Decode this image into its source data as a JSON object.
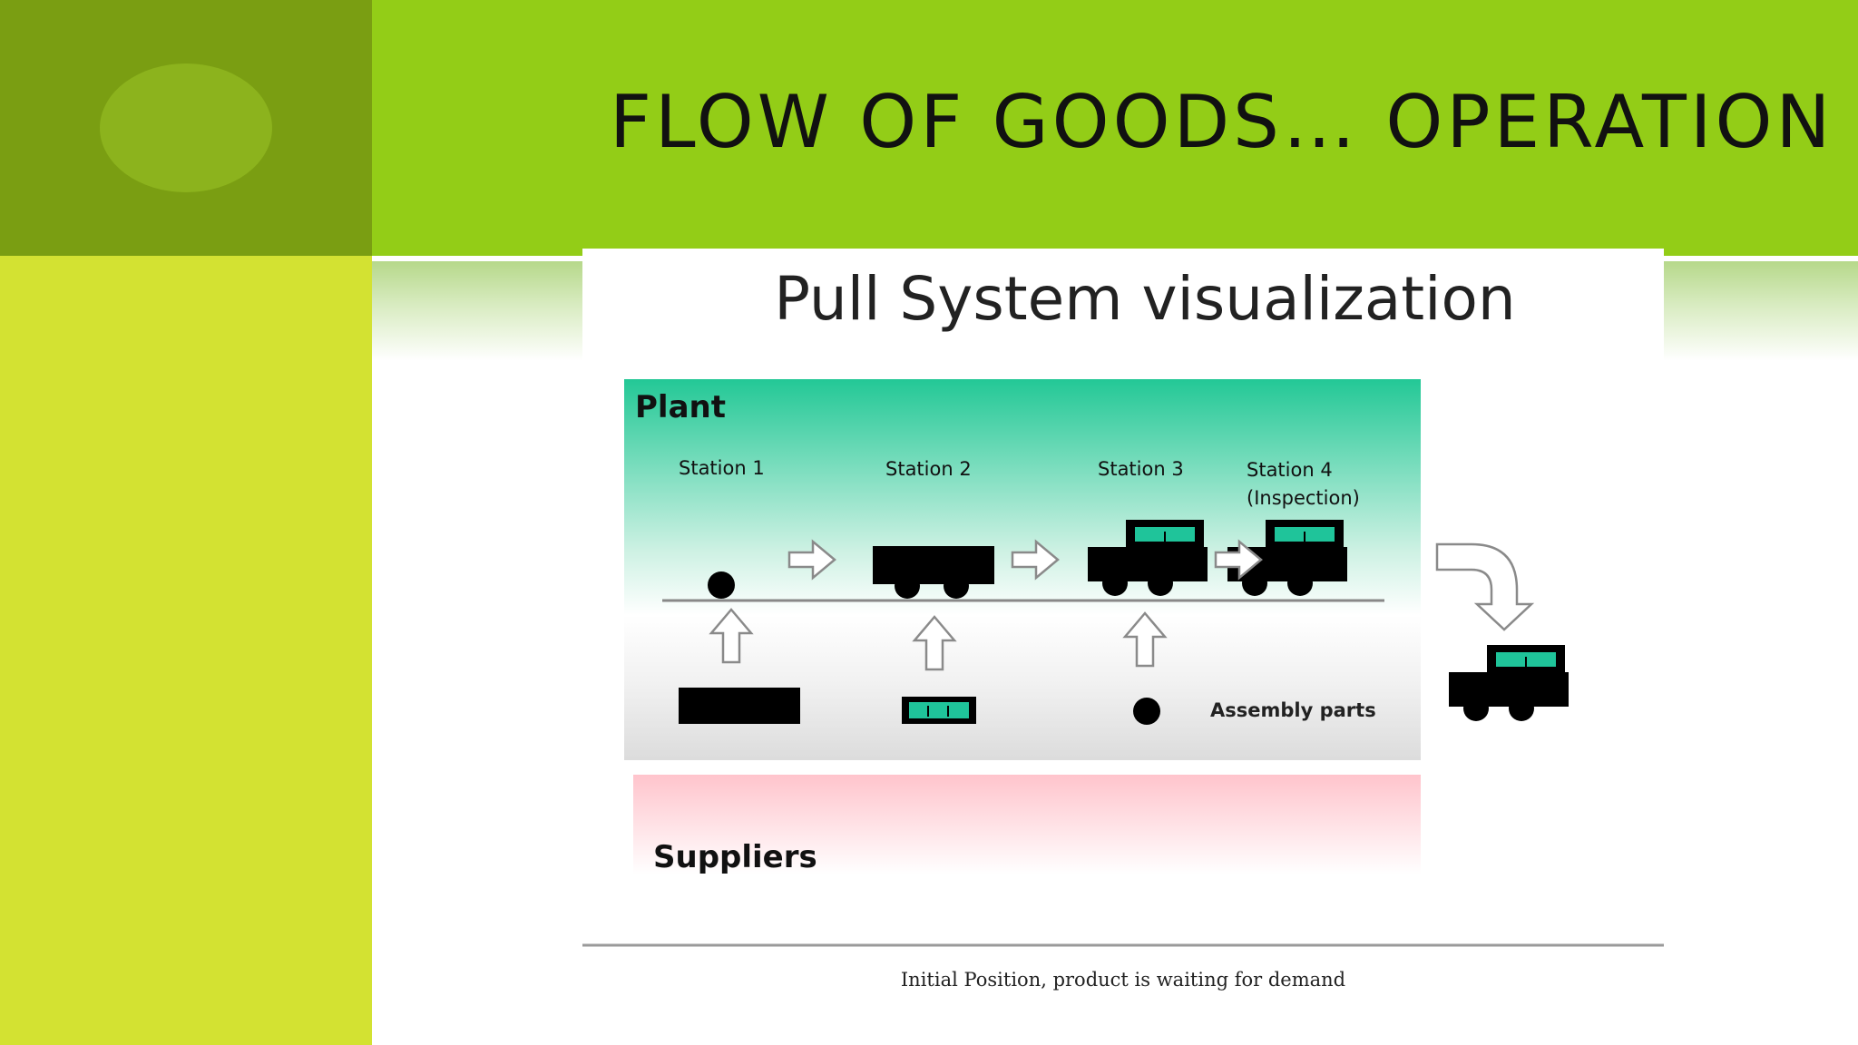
{
  "slide": {
    "title": "FLOW OF GOODS… OPERATION"
  },
  "figure": {
    "heading": "Pull System visualization",
    "plant_label": "Plant",
    "stations": [
      {
        "name": "Station 1",
        "sub": ""
      },
      {
        "name": "Station 2",
        "sub": ""
      },
      {
        "name": "Station 3",
        "sub": ""
      },
      {
        "name": "Station 4",
        "sub": "(Inspection)"
      }
    ],
    "assembly_parts_label": "Assembly parts",
    "suppliers_label": "Suppliers",
    "caption": "Initial Position, product is waiting for demand",
    "colors": {
      "plant_zone_top": "#23c896",
      "suppliers_zone_top": "#ffc4cc",
      "car_window": "#1fc49a",
      "car_body": "#000000"
    }
  }
}
